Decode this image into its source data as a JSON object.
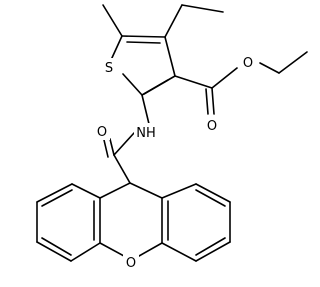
{
  "atoms": {
    "s1": "S",
    "o_ester_double": "O",
    "o_ester_single": "O",
    "nh": "NH",
    "o_amide": "O",
    "o_xanthene": "O"
  }
}
